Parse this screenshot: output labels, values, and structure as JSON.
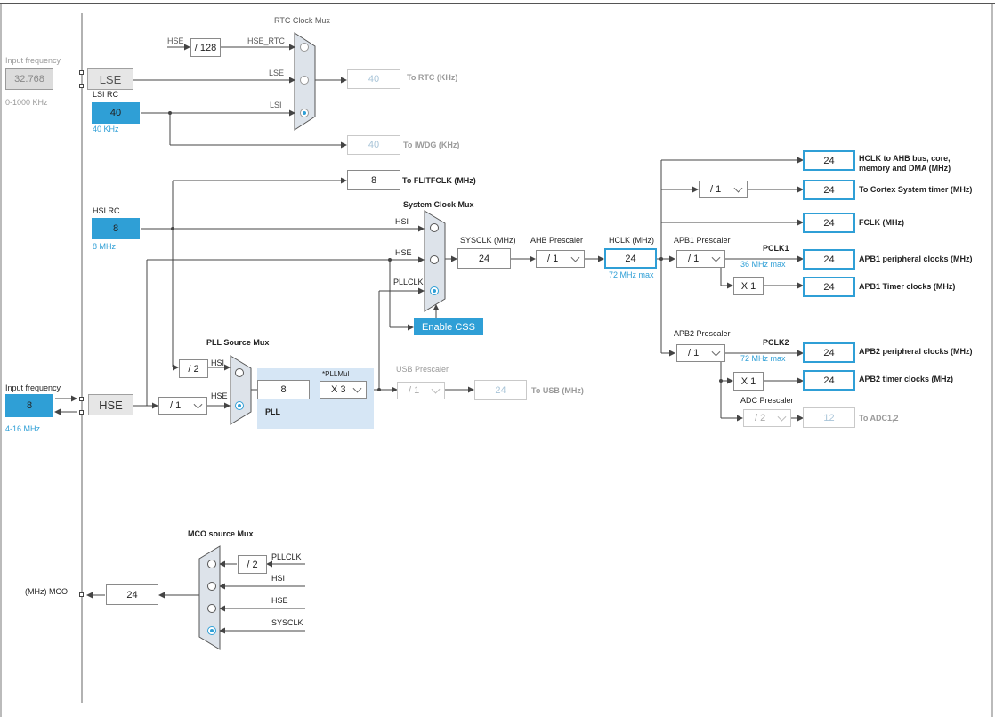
{
  "inputs": {
    "lse": {
      "label": "Input frequency",
      "value": "32.768",
      "range": "0-1000 KHz",
      "source": "LSE"
    },
    "lsi": {
      "label": "LSI RC",
      "value": "40",
      "unit": "40 KHz"
    },
    "hsi": {
      "label": "HSI RC",
      "value": "8",
      "unit": "8 MHz"
    },
    "hse": {
      "label": "Input frequency",
      "value": "8",
      "range": "4-16 MHz",
      "source": "HSE"
    }
  },
  "rtc": {
    "title": "RTC Clock Mux",
    "hse_label": "HSE",
    "div": "/ 128",
    "hse_rtc_label": "HSE_RTC",
    "lse_label": "LSE",
    "lsi_label": "LSI",
    "rtc_value": "40",
    "rtc_label": "To RTC (KHz)",
    "iwdg_value": "40",
    "iwdg_label": "To IWDG (KHz)"
  },
  "flitf": {
    "value": "8",
    "label": "To FLITFCLK (MHz)"
  },
  "sysmux": {
    "title": "System Clock Mux",
    "hsi": "HSI",
    "hse": "HSE",
    "pllclk": "PLLCLK",
    "css": "Enable CSS"
  },
  "pllsrc": {
    "title": "PLL Source Mux",
    "div": "/ 2",
    "hsi": "HSI",
    "hse": "HSE",
    "pll_label": "PLL",
    "pll_value": "8",
    "mul_label": "*PLLMul",
    "mul": "X 3"
  },
  "hse_div": "/ 1",
  "usb": {
    "title": "USB Prescaler",
    "div": "/ 1",
    "value": "24",
    "label": "To USB (MHz)"
  },
  "sysclk": {
    "title": "SYSCLK (MHz)",
    "value": "24"
  },
  "ahb": {
    "title": "AHB Prescaler",
    "div": "/ 1"
  },
  "hclk": {
    "title": "HCLK (MHz)",
    "value": "24",
    "max": "72 MHz max"
  },
  "outputs": {
    "ahb_val": "24",
    "ahb_label": "HCLK to AHB bus, core, memory and DMA (MHz)",
    "cortex_div": "/ 1",
    "cortex_val": "24",
    "cortex_label": "To Cortex System timer (MHz)",
    "fclk_val": "24",
    "fclk_label": "FCLK (MHz)"
  },
  "apb1": {
    "title": "APB1 Prescaler",
    "div": "/ 1",
    "pclk": "PCLK1",
    "max": "36 MHz max",
    "periph_val": "24",
    "periph_label": "APB1 peripheral clocks (MHz)",
    "mult": "X 1",
    "timer_val": "24",
    "timer_label": "APB1 Timer clocks (MHz)"
  },
  "apb2": {
    "title": "APB2 Prescaler",
    "div": "/ 1",
    "pclk": "PCLK2",
    "max": "72 MHz max",
    "periph_val": "24",
    "periph_label": "APB2 peripheral clocks (MHz)",
    "mult": "X 1",
    "timer_val": "24",
    "timer_label": "APB2 timer clocks (MHz)"
  },
  "adc": {
    "title": "ADC Prescaler",
    "div": "/ 2",
    "value": "12",
    "label": "To ADC1,2"
  },
  "mco": {
    "title": "MCO source Mux",
    "div": "/ 2",
    "pllclk": "PLLCLK",
    "hsi": "HSI",
    "hse": "HSE",
    "sysclk": "SYSCLK",
    "value": "24",
    "label": "(MHz) MCO"
  },
  "colors": {
    "accent": "#2f9fd6",
    "wire": "#444444",
    "mux": "#dde3ea",
    "pll_area": "#d6e6f5"
  }
}
